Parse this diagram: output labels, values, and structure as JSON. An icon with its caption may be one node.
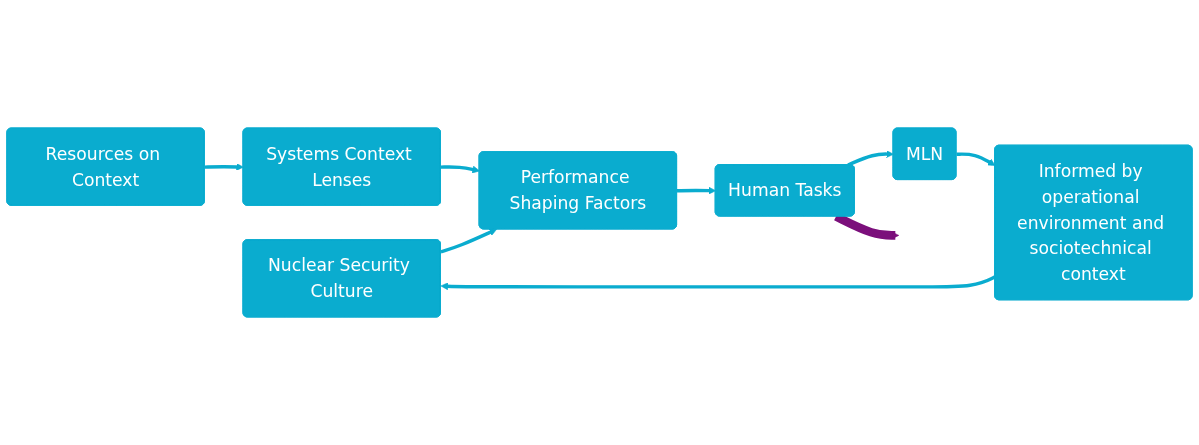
{
  "diagram": {
    "nodes": [
      {
        "text": [
          "Nuclear Security Culture"
        ]
      },
      {
        "text": [
          "Informed by operational environment and sociotechnical context"
        ]
      },
      {
        "text": [
          "Resources on Context"
        ]
      },
      {
        "text": [
          "Systems Context Lenses"
        ]
      },
      {
        "text": [
          "Performance Shaping Factors"
        ]
      },
      {
        "text": [
          "Human Tasks"
        ]
      },
      {
        "text": [
          "MLN"
        ]
      }
    ],
    "edges": [
      {
        "from": 2,
        "to": 3,
        "arrow": "to"
      },
      {
        "from": 3,
        "to": 4,
        "arrow": "to"
      },
      {
        "from": 4,
        "to": 5,
        "arrow": "to"
      },
      {
        "from": 5,
        "to": 6,
        "arrow": "to"
      },
      {
        "from": 6,
        "to": 1,
        "arrow": "to"
      },
      {
        "from": 1,
        "to": 0,
        "arrow": "to"
      },
      {
        "from": 0,
        "to": 4,
        "arrow": "to"
      },
      {
        "from": 5,
        "to": null,
        "arrow": "to",
        "style": "thick",
        "color": "#7b0f7b"
      }
    ]
  }
}
